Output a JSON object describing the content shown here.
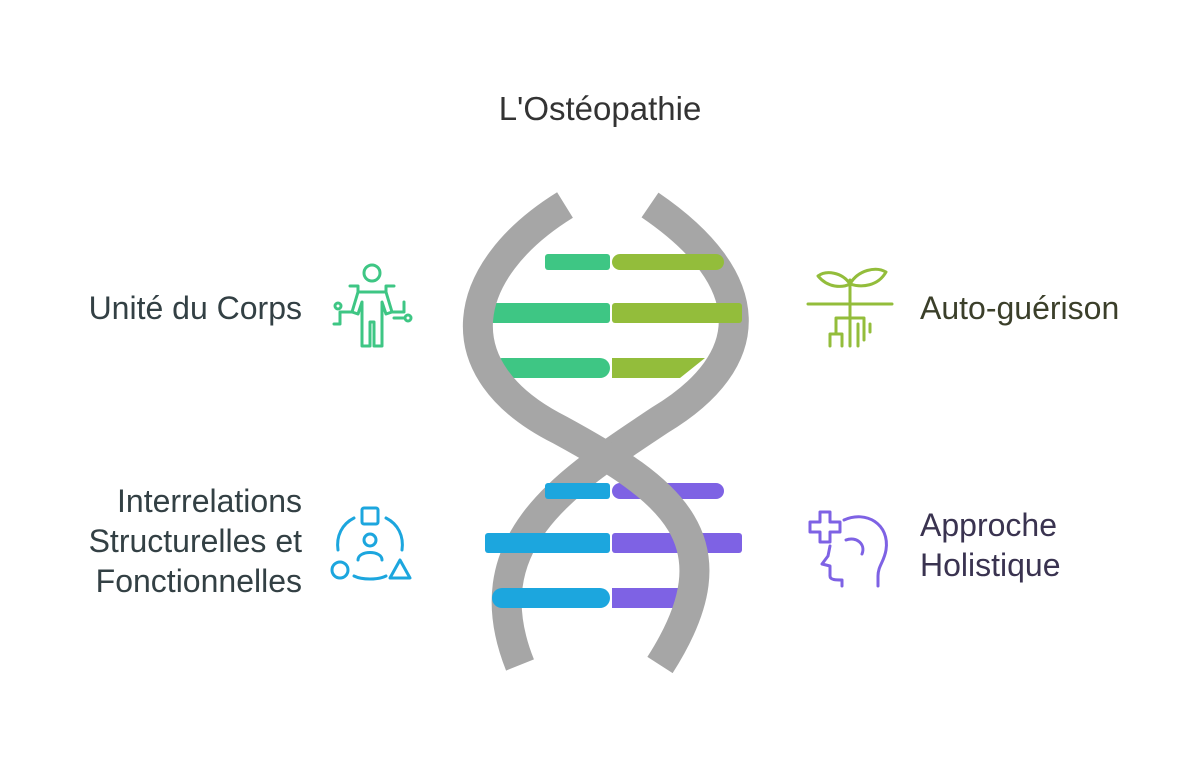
{
  "title": "L'Ostéopathie",
  "items": [
    {
      "key": "unite",
      "label": "Unité du Corps",
      "color": "#3ec684",
      "icon": "body-circuit-icon",
      "side": "left"
    },
    {
      "key": "auto",
      "label": "Auto-guérison",
      "color": "#93bd3b",
      "icon": "sprout-roots-icon",
      "side": "right"
    },
    {
      "key": "inter",
      "label_lines": [
        "Interrelations",
        "Structurelles et",
        "Fonctionnelles"
      ],
      "color": "#1ca6de",
      "icon": "person-shapes-cycle-icon",
      "side": "left"
    },
    {
      "key": "approche",
      "label_lines": [
        "Approche",
        "Holistique"
      ],
      "color": "#7e62e4",
      "icon": "head-medical-cross-icon",
      "side": "right"
    }
  ],
  "colors": {
    "backbone": "#a6a6a6",
    "text_left": "#334044",
    "text_auto": "#3b3f2a",
    "text_approche": "#3a3350"
  }
}
